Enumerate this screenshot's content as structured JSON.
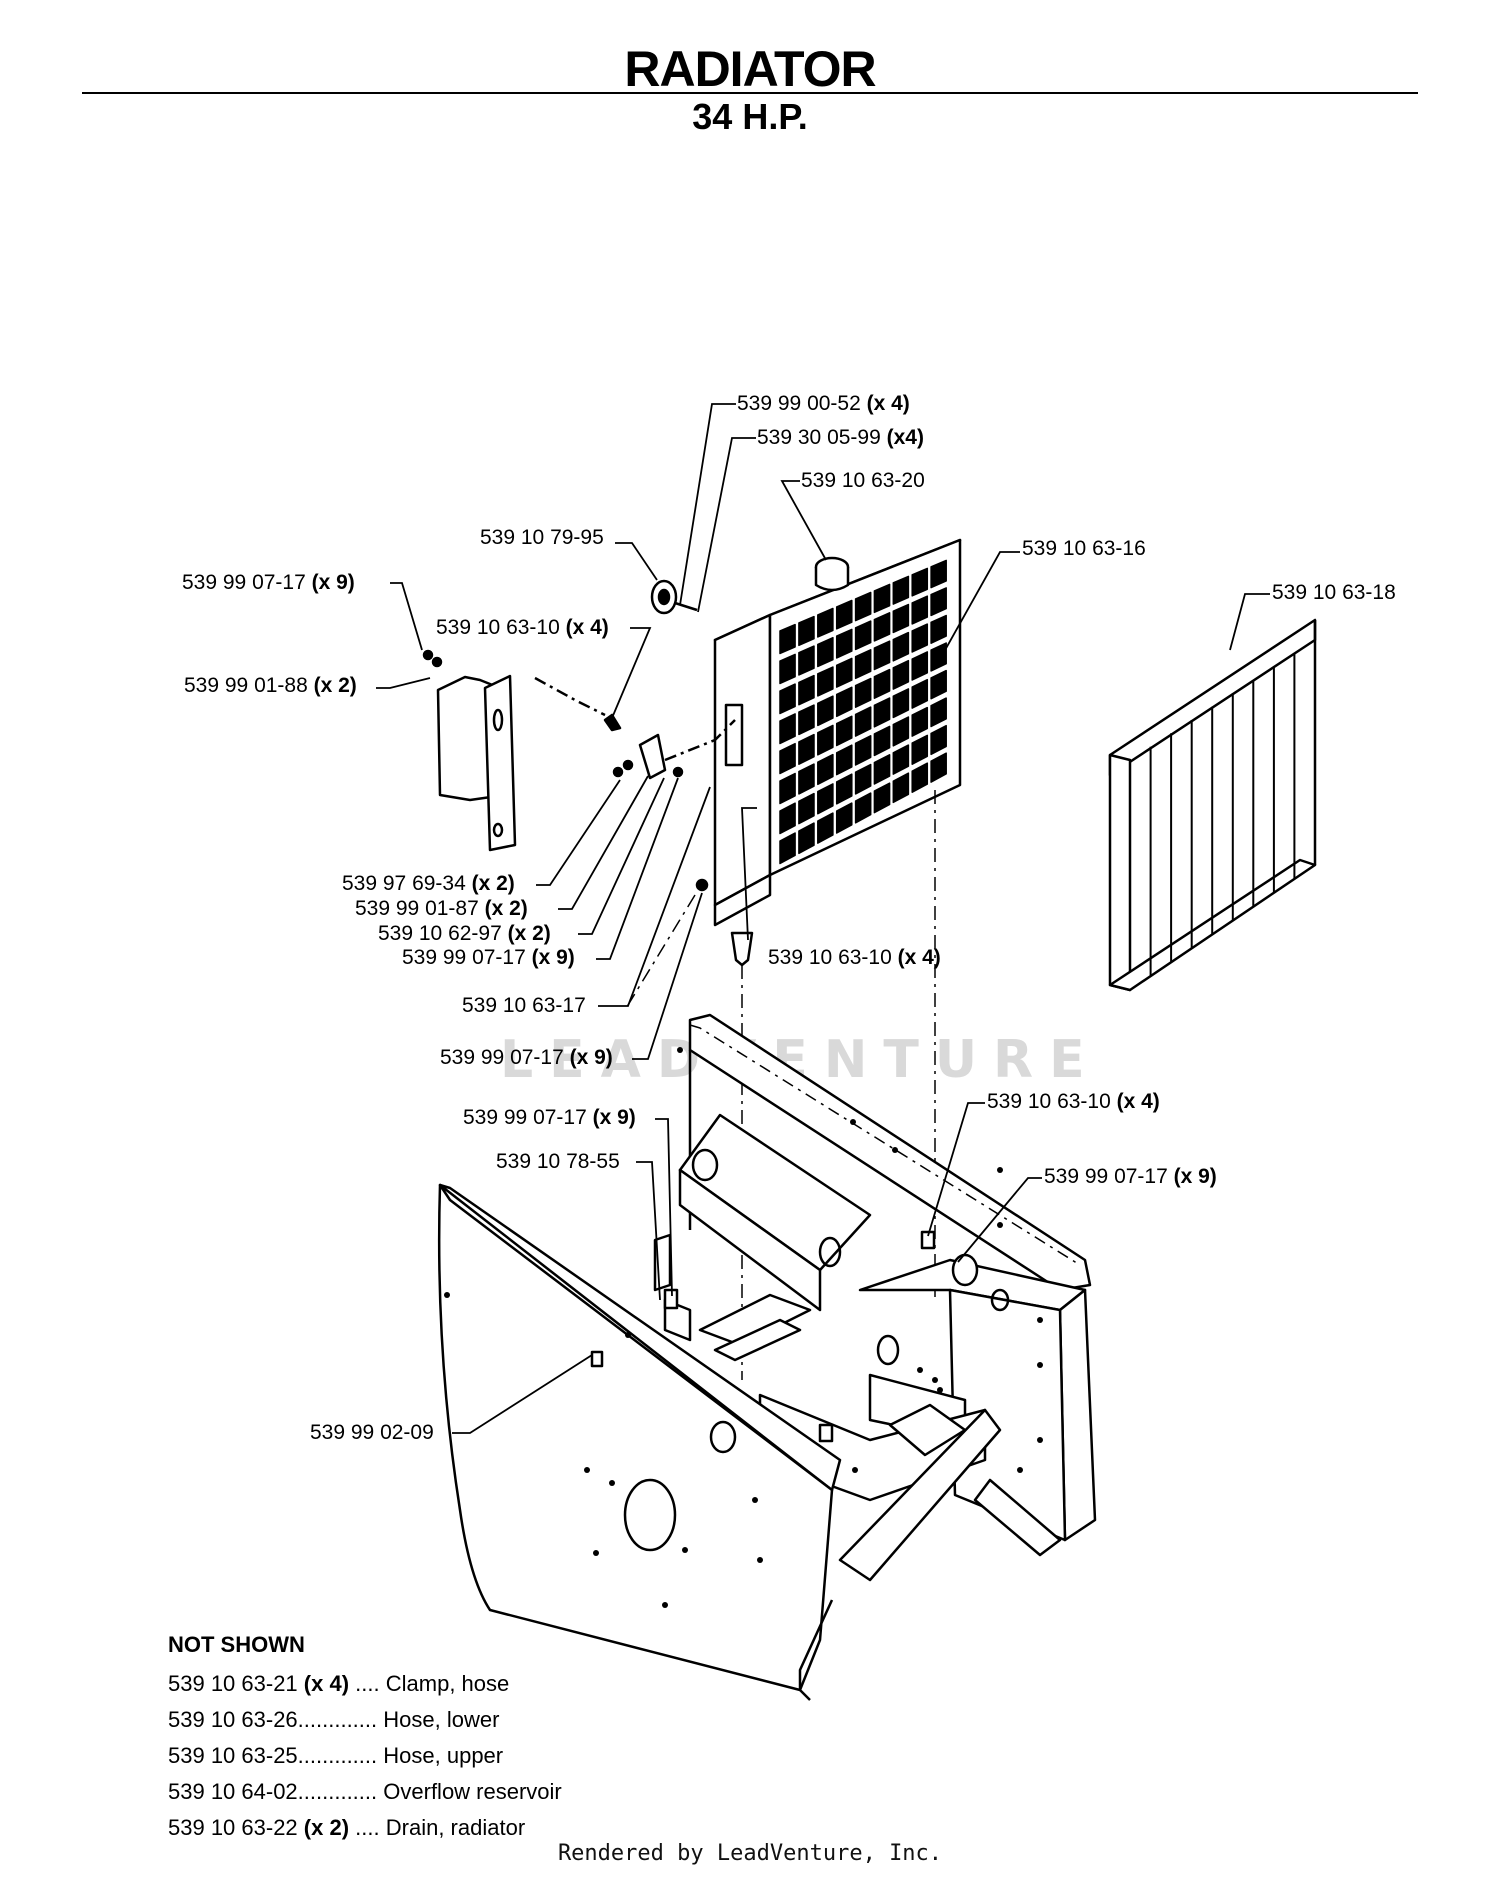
{
  "title": "RADIATOR",
  "subtitle": "34 H.P.",
  "callouts": [
    {
      "id": "c1",
      "part": "539 99 00-52",
      "qty": "(x 4)"
    },
    {
      "id": "c2",
      "part": "539 30 05-99",
      "qty": "(x4)"
    },
    {
      "id": "c3",
      "part": "539 10 63-20",
      "qty": ""
    },
    {
      "id": "c4",
      "part": "539 10 79-95",
      "qty": ""
    },
    {
      "id": "c5",
      "part": "539 10 63-16",
      "qty": ""
    },
    {
      "id": "c6",
      "part": "539 10 63-18",
      "qty": ""
    },
    {
      "id": "c7",
      "part": "539 99 07-17",
      "qty": "(x 9)"
    },
    {
      "id": "c8",
      "part": "539 10 63-10",
      "qty": "(x 4)"
    },
    {
      "id": "c9",
      "part": "539 99 01-88",
      "qty": "(x 2)"
    },
    {
      "id": "c10",
      "part": "539 97 69-34",
      "qty": "(x 2)"
    },
    {
      "id": "c11",
      "part": "539 99 01-87",
      "qty": "(x 2)"
    },
    {
      "id": "c12",
      "part": "539 10 62-97",
      "qty": "(x 2)"
    },
    {
      "id": "c13",
      "part": "539 99 07-17",
      "qty": "(x 9)"
    },
    {
      "id": "c14",
      "part": "539 10 63-10",
      "qty": "(x 4)"
    },
    {
      "id": "c15",
      "part": "539 10 63-17",
      "qty": ""
    },
    {
      "id": "c16",
      "part": "539 99 07-17",
      "qty": "(x 9)"
    },
    {
      "id": "c17",
      "part": "539 99 07-17",
      "qty": "(x 9)"
    },
    {
      "id": "c18",
      "part": "539 10 63-10",
      "qty": "(x 4)"
    },
    {
      "id": "c19",
      "part": "539 10 78-55",
      "qty": ""
    },
    {
      "id": "c20",
      "part": "539 99 07-17",
      "qty": "(x 9)"
    },
    {
      "id": "c21",
      "part": "539 99 02-09",
      "qty": ""
    }
  ],
  "not_shown": {
    "heading": "NOT SHOWN",
    "items": [
      {
        "part": "539 10 63-21",
        "qty": "(x 4)",
        "dots": "....",
        "desc": "Clamp, hose"
      },
      {
        "part": "539 10 63-26",
        "qty": "",
        "dots": ".............",
        "desc": "Hose, lower"
      },
      {
        "part": "539 10 63-25",
        "qty": "",
        "dots": ".............",
        "desc": "Hose, upper"
      },
      {
        "part": "539 10 64-02",
        "qty": "",
        "dots": ".............",
        "desc": "Overflow reservoir"
      },
      {
        "part": "539 10 63-22",
        "qty": "(x 2)",
        "dots": "....",
        "desc": "Drain, radiator"
      }
    ]
  },
  "watermark": "LEADVENTURE",
  "footer": "Rendered by LeadVenture, Inc."
}
